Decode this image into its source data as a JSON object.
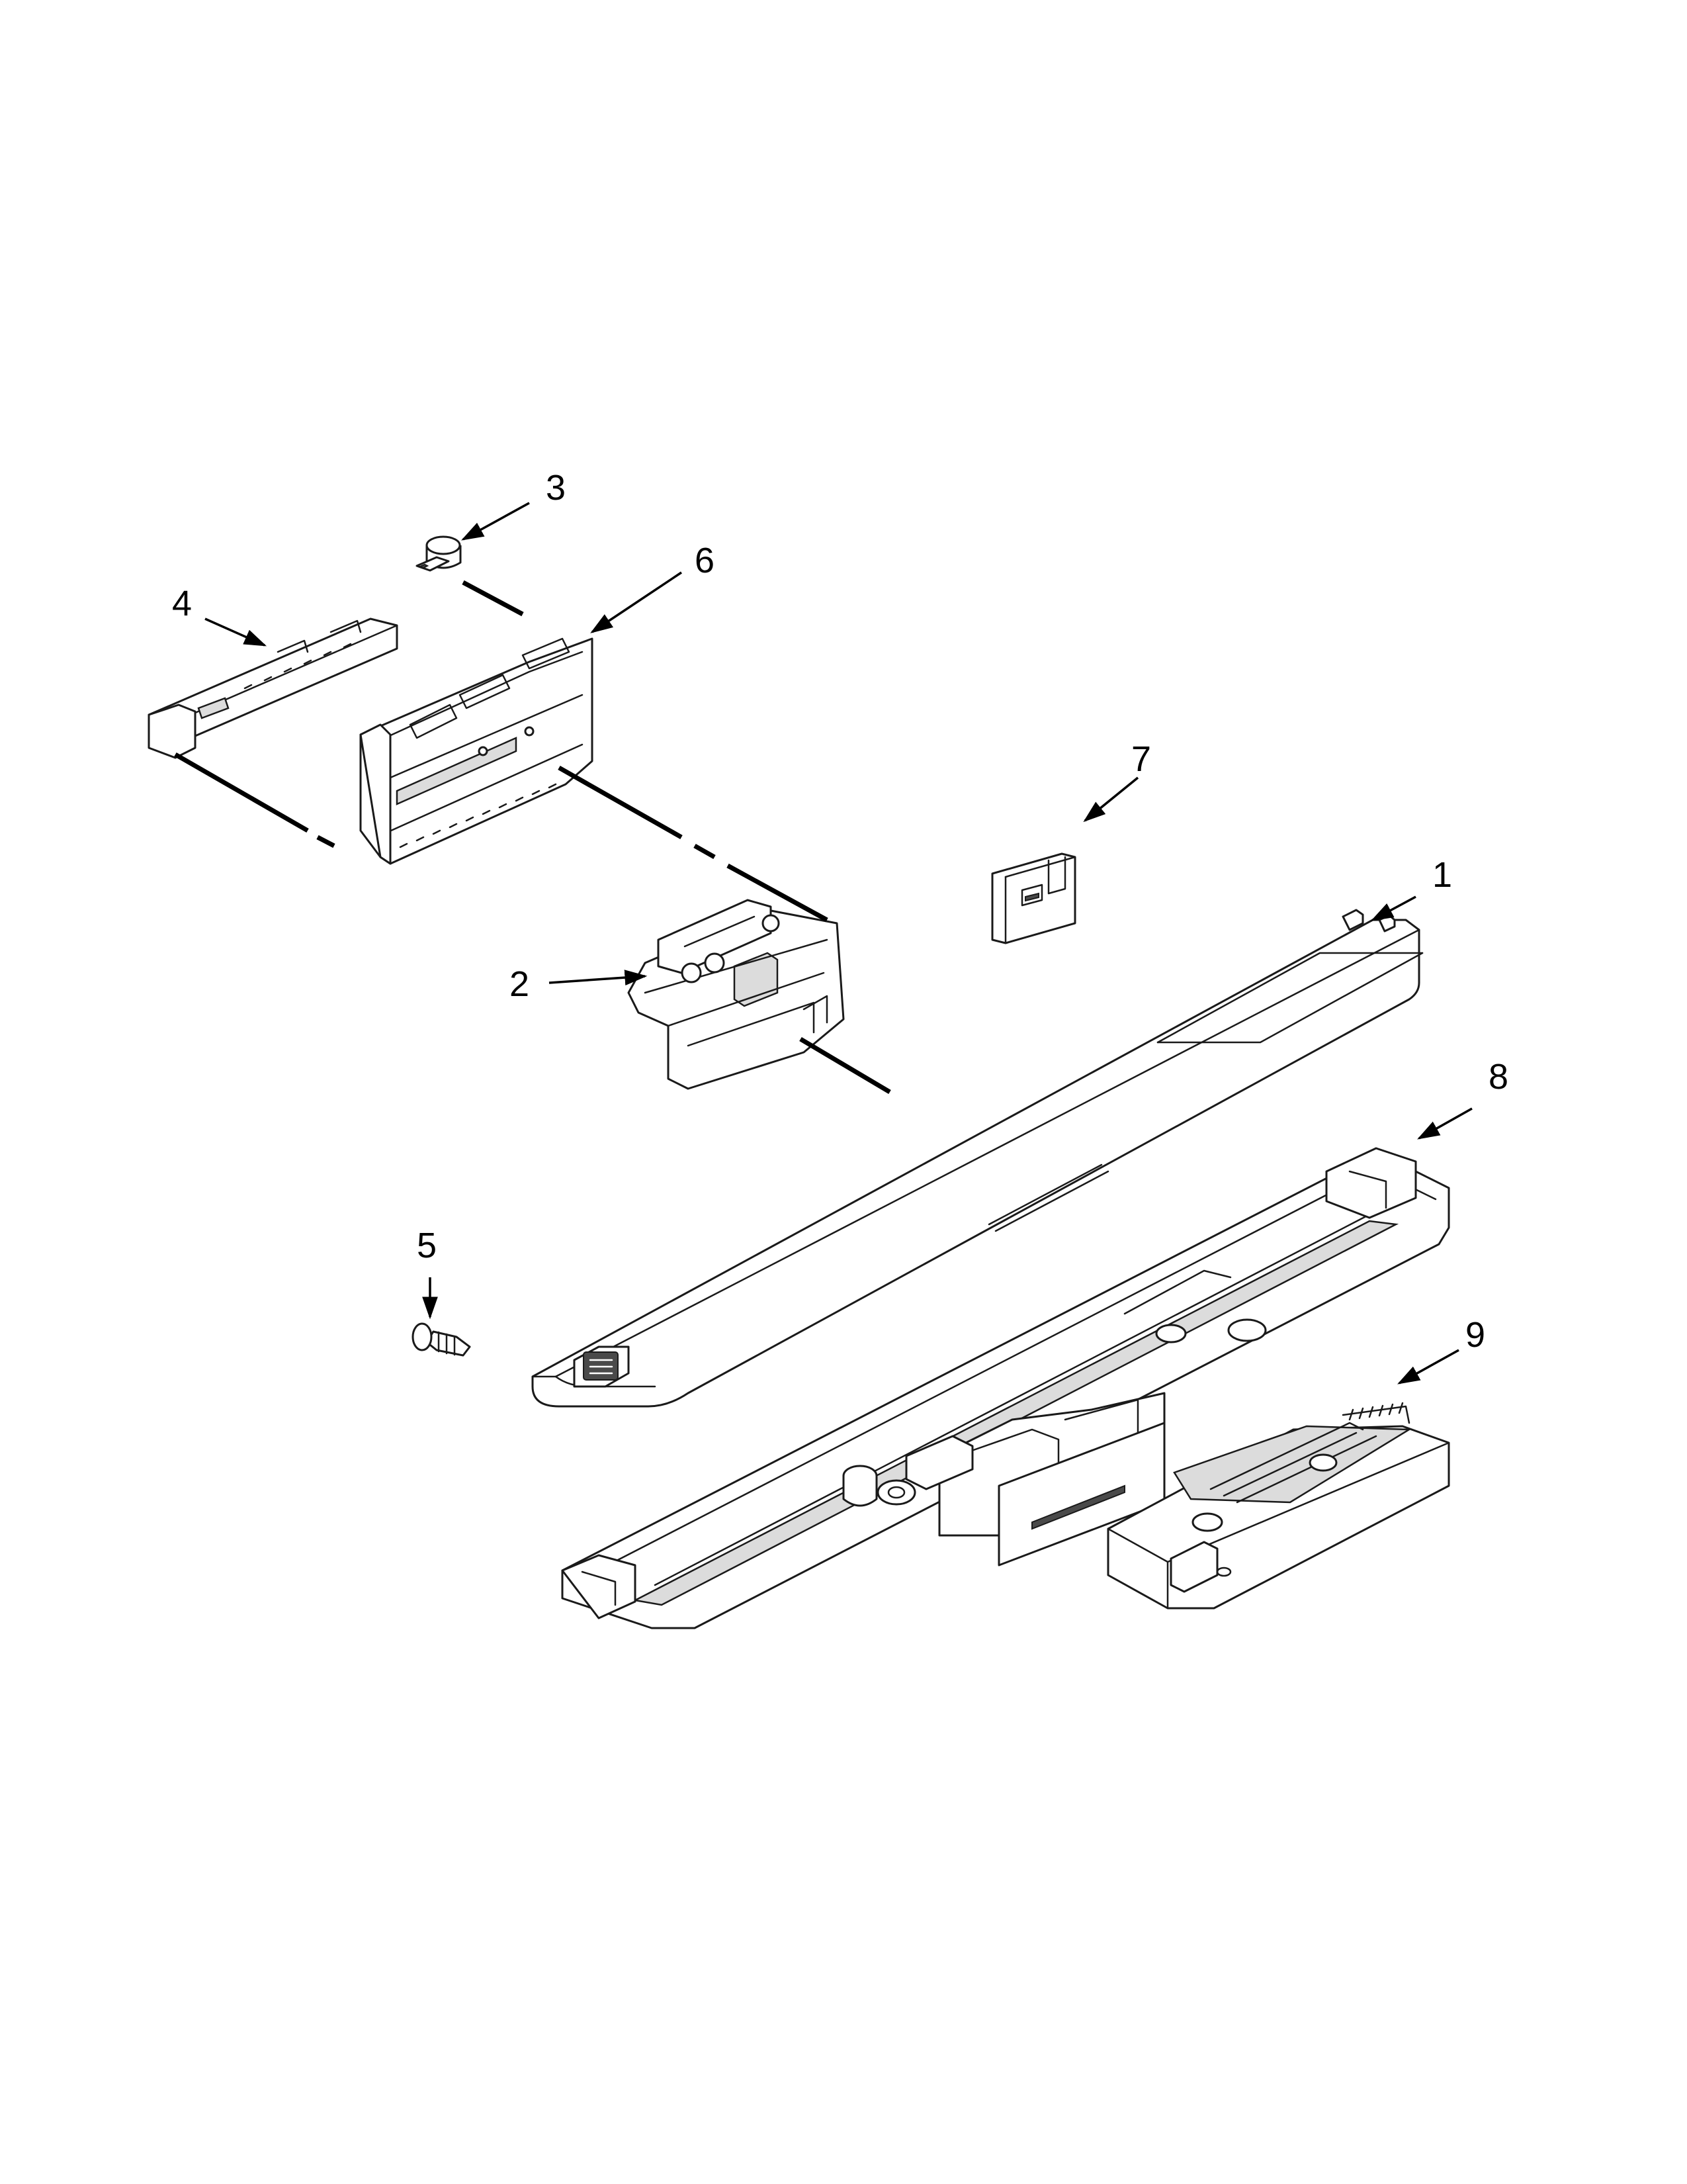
{
  "diagram": {
    "callouts": [
      {
        "id": "1",
        "label": "1"
      },
      {
        "id": "2",
        "label": "2"
      },
      {
        "id": "3",
        "label": "3"
      },
      {
        "id": "4",
        "label": "4"
      },
      {
        "id": "5",
        "label": "5"
      },
      {
        "id": "6",
        "label": "6"
      },
      {
        "id": "7",
        "label": "7"
      },
      {
        "id": "8",
        "label": "8"
      },
      {
        "id": "9",
        "label": "9"
      }
    ],
    "colors": {
      "line": "#1a1a1a",
      "paper": "#ffffff",
      "fill": "#dcdcdc"
    }
  }
}
